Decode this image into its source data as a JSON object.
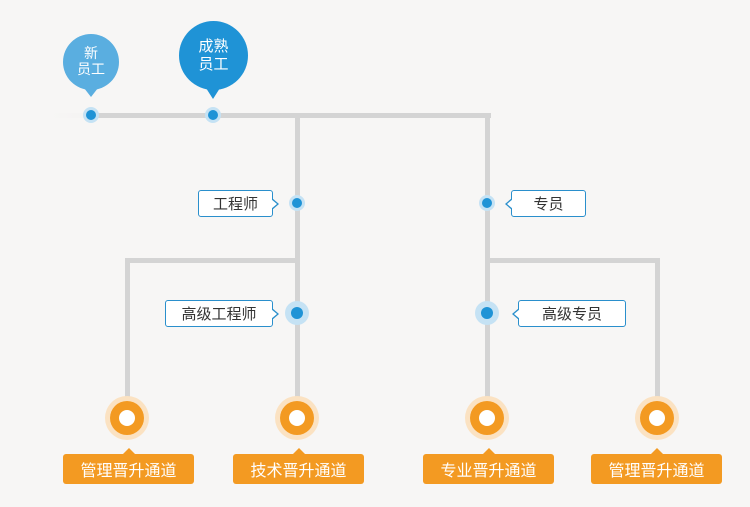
{
  "stages": {
    "new_employee": "新\n员工",
    "mature_employee": "成熟\n员工"
  },
  "levels": {
    "engineer": "工程师",
    "senior_engineer": "高级工程师",
    "specialist": "专员",
    "senior_specialist": "高级专员"
  },
  "tracks": [
    {
      "label": "管理晋升通道"
    },
    {
      "label": "技术晋升通道"
    },
    {
      "label": "专业晋升通道"
    },
    {
      "label": "管理晋升通道"
    }
  ],
  "colors": {
    "line": "#d4d4d4",
    "node_blue": "#1f93d6",
    "node_blue_halo": "#c5e2f4",
    "track_orange": "#f39a22",
    "track_orange_halo": "#fbe2c2",
    "bubble_light": "#5aaee0",
    "bubble_dark": "#1f93d6"
  }
}
